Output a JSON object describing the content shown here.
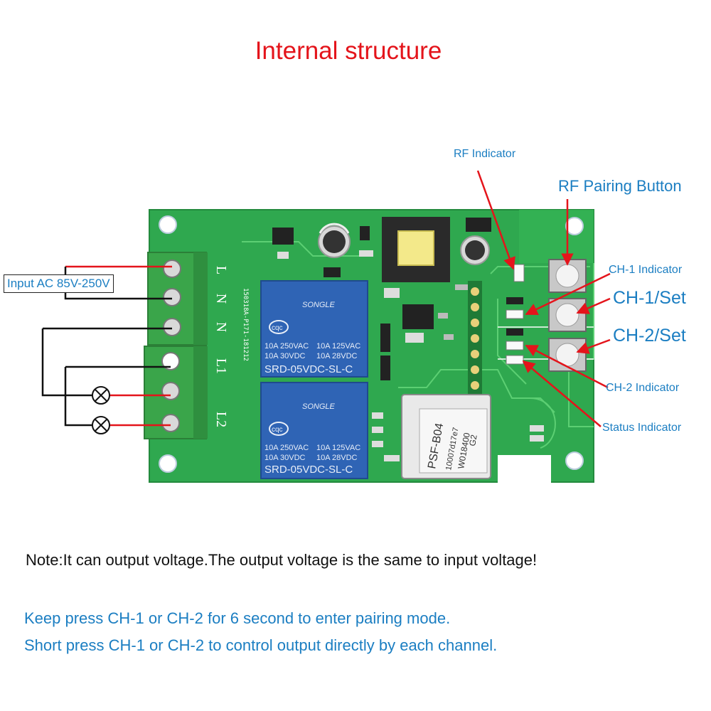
{
  "title": "Internal structure",
  "labels": {
    "rf_indicator": "RF Indicator",
    "rf_pairing_button": "RF Pairing Button",
    "ch1_indicator": "CH-1 Indicator",
    "ch1_set": "CH-1/Set",
    "ch2_set": "CH-2/Set",
    "ch2_indicator": "CH-2 Indicator",
    "status_indicator": "Status Indicator",
    "input": "Input AC 85V-250V"
  },
  "terminals": [
    "L",
    "N",
    "N",
    "L1",
    "L2"
  ],
  "board_text": {
    "serial": "150318A-P171-181212",
    "relay_brand": "SONGLE",
    "relay_spec_1a": "10A 250VAC",
    "relay_spec_1b": "10A 125VAC",
    "relay_spec_2a": "10A  30VDC",
    "relay_spec_2b": "10A  28VDC",
    "relay_model": "SRD-05VDC-SL-C",
    "relay_cert": "cqc",
    "module_name": "PSF-B04",
    "module_line_2": "10007d17e7",
    "module_line_3": "W018400",
    "module_line_4": "G2"
  },
  "notes": {
    "output": "Note:It can output voltage.The output voltage is the same to input voltage!",
    "pairing": "Keep press CH-1 or CH-2 for 6 second to enter pairing mode.",
    "short_press": "Short press CH-1 or CH-2 to control output directly by each channel."
  },
  "colors": {
    "title": "#e4141b",
    "label": "#1b7ec2",
    "arrow": "#e4141b",
    "pcb": "#2fa84f",
    "terminal": "#3aa54a",
    "relay": "#2f64b5",
    "wire_black": "#111111",
    "wire_red": "#e4141b"
  }
}
